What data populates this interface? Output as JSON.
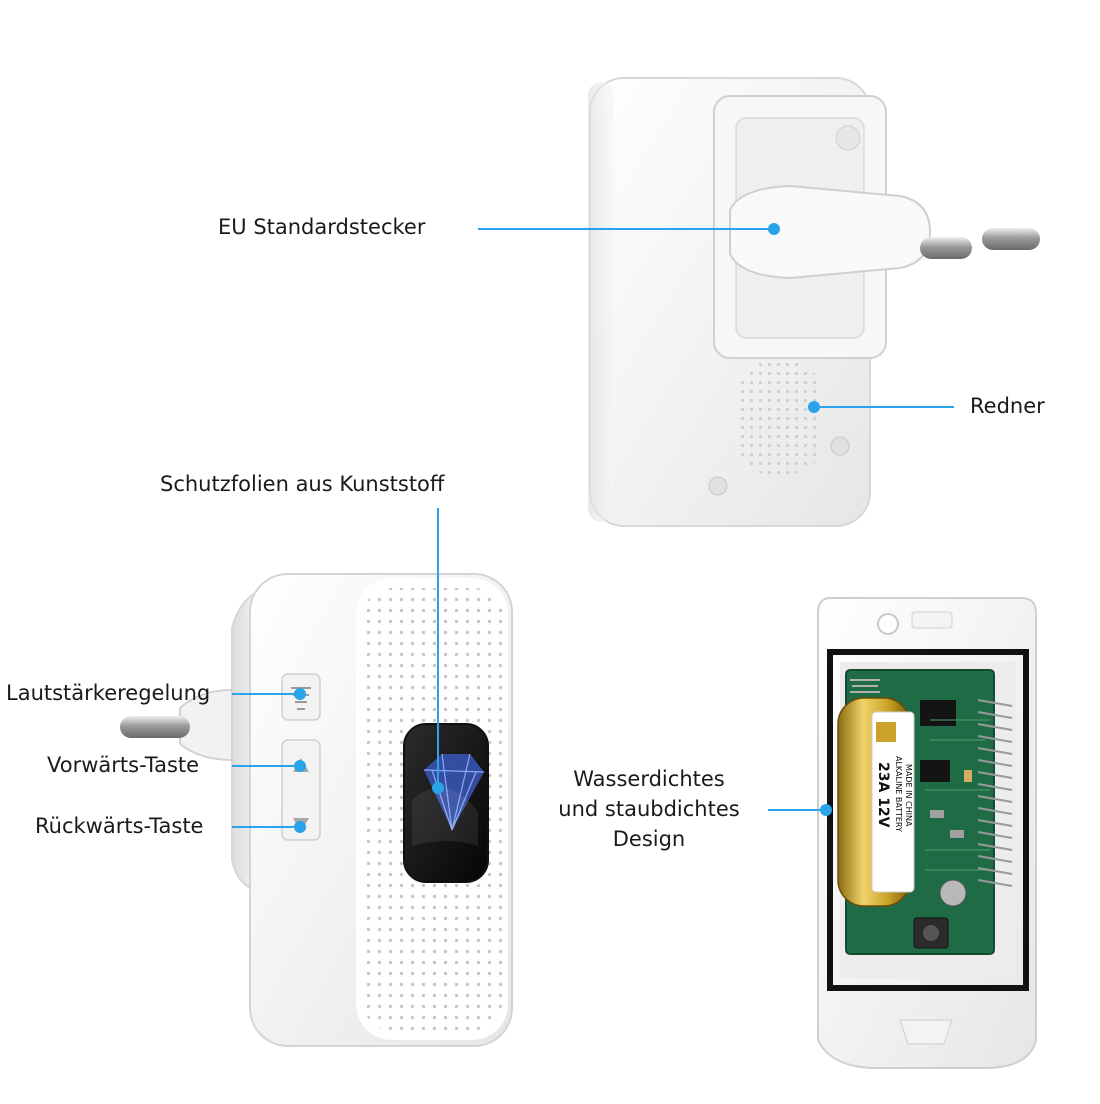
{
  "labels": {
    "eu_plug": "EU Standardstecker",
    "speaker": "Redner",
    "protective_film": "Schutzfolien aus Kunststoff",
    "volume": "Lautstärkeregelung",
    "forward": "Vorwärts-Taste",
    "backward": "Rückwärts-Taste",
    "waterproof": [
      "Wasserdichtes",
      "und staubdichtes",
      "Design"
    ]
  },
  "battery": {
    "brand_text": "ALKALINE BATTERY",
    "model_text": "23A 12V",
    "origin_text": "MADE IN CHINA"
  },
  "colors": {
    "callout": "#2aa3e8",
    "housing": "#f4f4f4",
    "pcb": "#1f6b45",
    "battery_gold": "#c9a227"
  }
}
